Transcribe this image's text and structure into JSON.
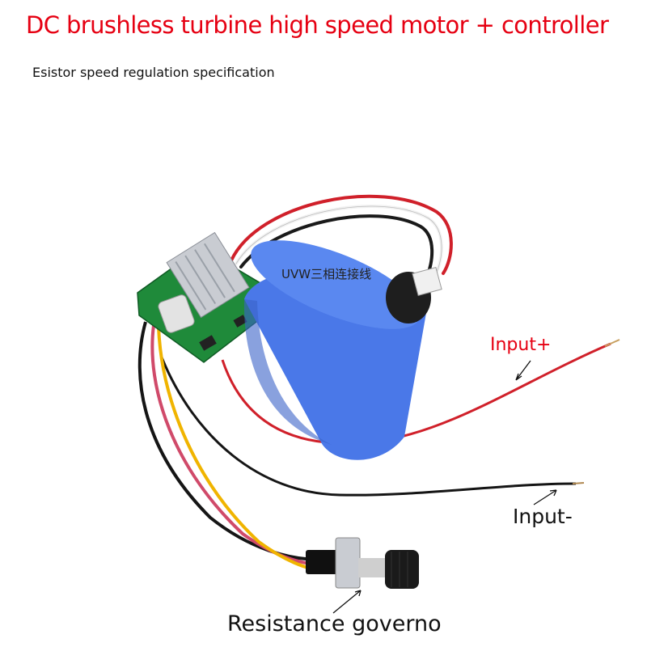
{
  "header": {
    "title": "DC brushless turbine high speed motor + controller",
    "subtitle": "Esistor speed regulation specification"
  },
  "labels": {
    "uvw": "UVW三相连接线",
    "input_plus": "Input+",
    "input_minus": "Input-",
    "resistance": "Resistance governo"
  },
  "colors": {
    "title_red": "#e60012",
    "motor_blue": "#4a78e8",
    "pcb_green": "#1f8a3a",
    "wire_red": "#d0202a",
    "wire_yellow": "#f0b400",
    "wire_black": "#151515"
  }
}
